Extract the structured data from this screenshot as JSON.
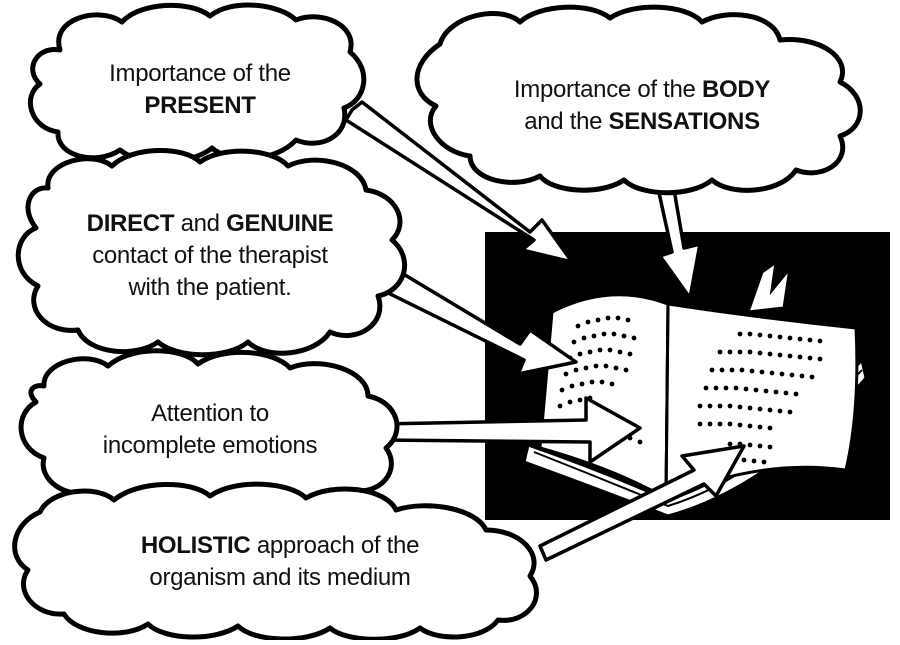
{
  "clouds": [
    {
      "id": "present",
      "lines": [
        [
          {
            "t": "Importance of the",
            "b": false
          }
        ],
        [
          {
            "t": "PRESENT",
            "b": true
          }
        ]
      ]
    },
    {
      "id": "body",
      "lines": [
        [
          {
            "t": "Importance of the ",
            "b": false
          },
          {
            "t": "BODY",
            "b": true
          }
        ],
        [
          {
            "t": "and the ",
            "b": false
          },
          {
            "t": "SENSATIONS",
            "b": true
          }
        ]
      ]
    },
    {
      "id": "contact",
      "lines": [
        [
          {
            "t": "DIRECT",
            "b": true
          },
          {
            "t": " and ",
            "b": false
          },
          {
            "t": "GENUINE",
            "b": true
          }
        ],
        [
          {
            "t": "contact of the therapist",
            "b": false
          }
        ],
        [
          {
            "t": "with the patient.",
            "b": false
          }
        ]
      ]
    },
    {
      "id": "emotions",
      "lines": [
        [
          {
            "t": "Attention to",
            "b": false
          }
        ],
        [
          {
            "t": "incomplete emotions",
            "b": false
          }
        ]
      ]
    },
    {
      "id": "holistic",
      "lines": [
        [
          {
            "t": "HOLISTIC",
            "b": true
          },
          {
            "t": " approach of the",
            "b": false
          }
        ],
        [
          {
            "t": "organism and its medium",
            "b": false
          }
        ]
      ]
    }
  ],
  "colors": {
    "ink": "#000000",
    "paper": "#ffffff",
    "text": "#111111"
  },
  "image": {
    "subject": "open-book-icon"
  }
}
